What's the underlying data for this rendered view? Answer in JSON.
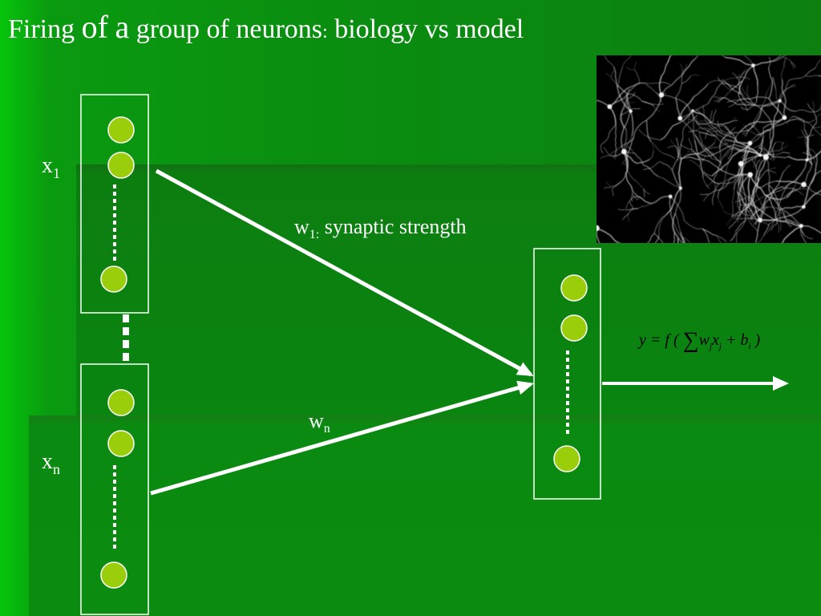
{
  "slide": {
    "title": {
      "part1": "Firing ",
      "part2": "of",
      "part3": " ",
      "part4": "a",
      "part5": " group of neurons",
      "part6": ":",
      "part7": " biology vs  model"
    }
  },
  "inputs": {
    "x1": {
      "base": "x",
      "sub": "1"
    },
    "xn": {
      "base": "x",
      "sub": "n"
    }
  },
  "weights": {
    "w1": {
      "base": "w",
      "sub": "1:",
      "text": " synaptic strength"
    },
    "wn": {
      "base": "w",
      "sub": "n"
    }
  },
  "formula": {
    "lhs": "y",
    "eq": " = ",
    "f": "f",
    "open": " ( ",
    "sigma": "∑",
    "w": "w",
    "w_sub": "j",
    "x": "x",
    "x_sub": "j",
    "plus": " + ",
    "b": "b",
    "b_sub": "i",
    "close": " )"
  },
  "colors": {
    "background": "#0b8a10",
    "node_fill": "#9acd0a",
    "line": "#ffffff",
    "formula_text": "#000000"
  },
  "image": {
    "subject": "fluorescence micrograph of a neuron network"
  }
}
